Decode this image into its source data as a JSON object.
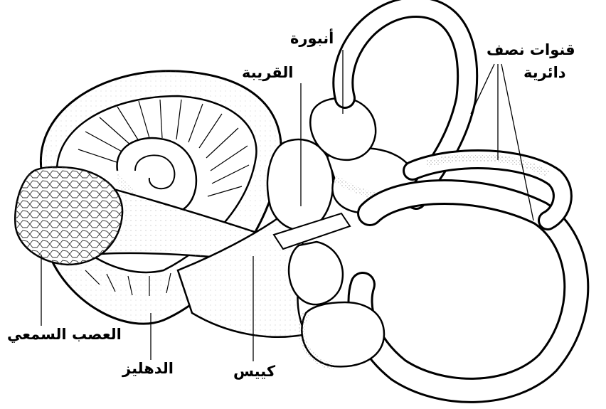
{
  "labels": {
    "ampulla": "أنبورة",
    "utricle": "القريبة",
    "semicircular_canals_line1": "قنوات نصف",
    "semicircular_canals_line2": "دائرية",
    "auditory_nerve": "العصب السمعي",
    "vestibule": "الدهليز",
    "saccule": "كييس"
  },
  "colors": {
    "ink": "#000000",
    "fill": "#ffffff",
    "shade": "#9a9a9a"
  }
}
